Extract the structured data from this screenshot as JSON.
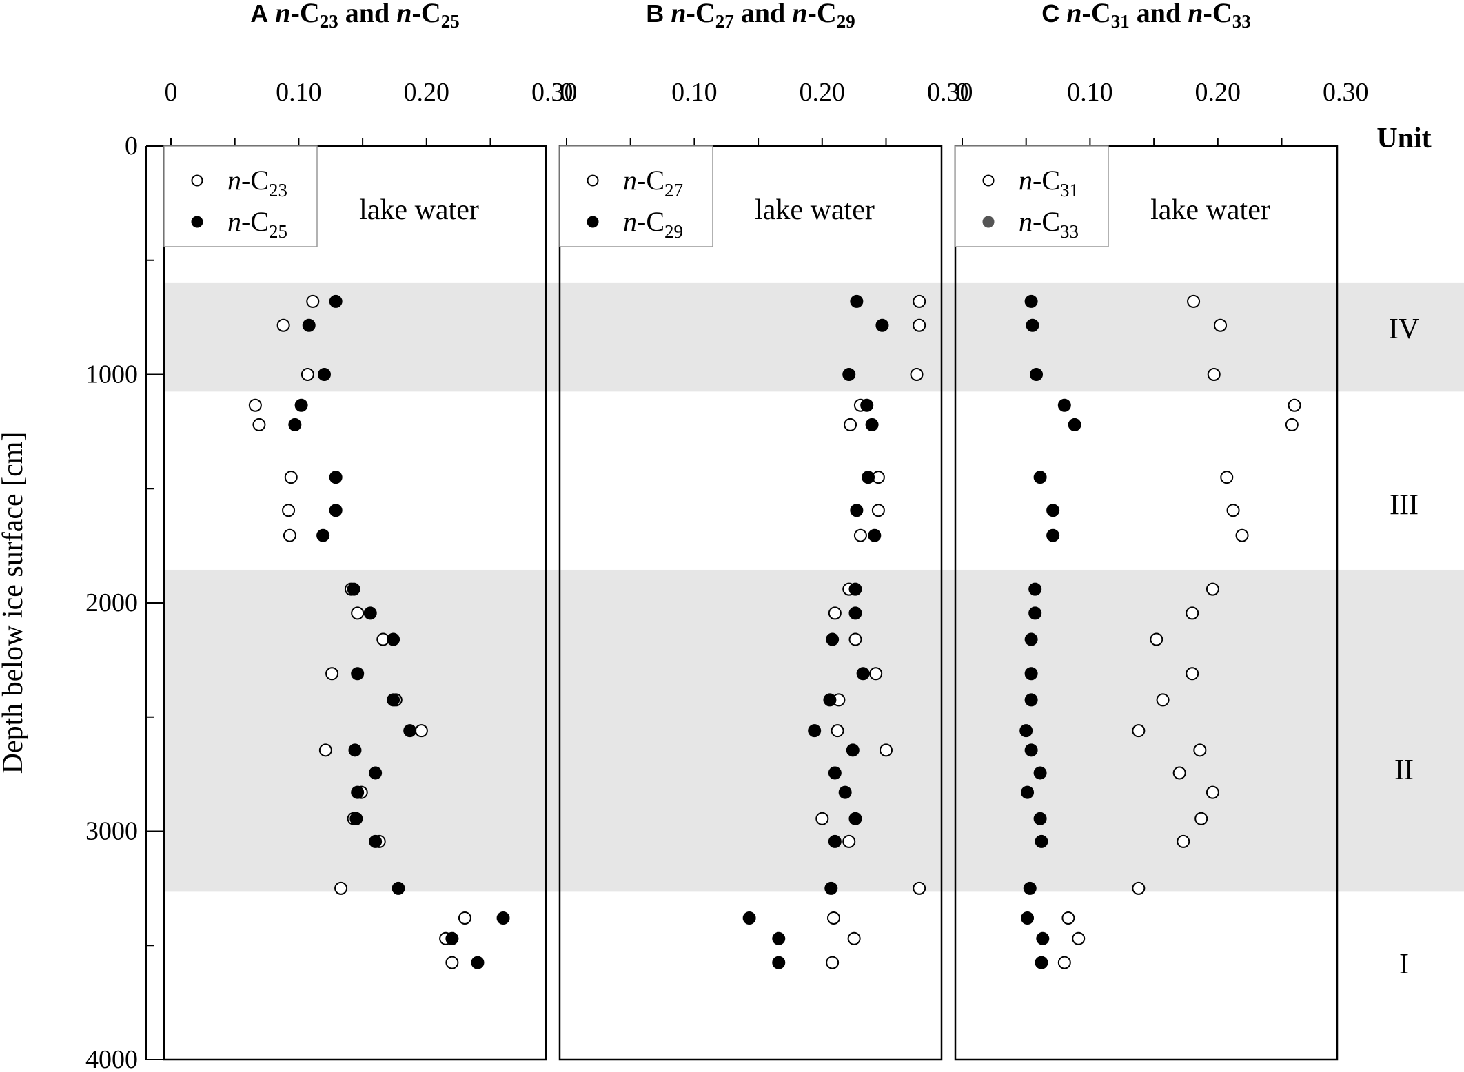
{
  "y_axis": {
    "label": "Depth below ice surface [cm]",
    "ticks": [
      "0",
      "1000",
      "2000",
      "3000",
      "4000"
    ],
    "range": [
      0,
      4000
    ],
    "inverted": true
  },
  "x_axis": {
    "ticks": [
      "0",
      "0.10",
      "0.20",
      "0.30"
    ],
    "range": [
      0,
      0.3
    ],
    "position": "top"
  },
  "units": {
    "header": "Unit",
    "labels": [
      {
        "text": "IV",
        "depth": 800
      },
      {
        "text": "III",
        "depth": 1570
      },
      {
        "text": "II",
        "depth": 2730
      },
      {
        "text": "I",
        "depth": 3580
      }
    ],
    "shaded_bands": [
      [
        600,
        1075
      ],
      [
        1855,
        3265
      ]
    ],
    "band_color": "#e6e6e6"
  },
  "chart_data": [
    {
      "type": "scatter",
      "panel_letter": "A",
      "title_parts": [
        {
          "text": "n",
          "style": "italic"
        },
        {
          "text": "-C",
          "style": "normal"
        },
        {
          "text": "23",
          "style": "sub"
        },
        {
          "text": " and ",
          "style": "normal"
        },
        {
          "text": "n",
          "style": "italic"
        },
        {
          "text": "-C",
          "style": "normal"
        },
        {
          "text": "25",
          "style": "sub"
        }
      ],
      "annotation": "lake water",
      "legend": [
        {
          "prefix": "n",
          "text": "-C",
          "sub": "23",
          "marker": "open"
        },
        {
          "prefix": "n",
          "text": "-C",
          "sub": "25",
          "marker": "filled"
        }
      ],
      "series": [
        {
          "name": "n-C23",
          "marker": "open",
          "x": [
            0.111,
            0.088,
            0.107,
            0.066,
            0.069,
            0.094,
            0.092,
            0.093,
            0.141,
            0.146,
            0.166,
            0.126,
            0.176,
            0.196,
            0.121,
            0.149,
            0.143,
            0.163,
            0.133,
            0.23,
            0.215,
            0.22
          ],
          "y": [
            680,
            785,
            1000,
            1135,
            1220,
            1450,
            1595,
            1705,
            1940,
            2045,
            2160,
            2310,
            2425,
            2560,
            2645,
            2830,
            2945,
            3045,
            3250,
            3380,
            3470,
            3575
          ]
        },
        {
          "name": "n-C25",
          "marker": "filled",
          "x": [
            0.129,
            0.108,
            0.12,
            0.102,
            0.097,
            0.129,
            0.129,
            0.119,
            0.143,
            0.156,
            0.174,
            0.146,
            0.174,
            0.187,
            0.144,
            0.16,
            0.146,
            0.145,
            0.16,
            0.178,
            0.26,
            0.22,
            0.24
          ],
          "y": [
            680,
            785,
            1000,
            1135,
            1220,
            1450,
            1595,
            1705,
            1940,
            2045,
            2160,
            2310,
            2425,
            2560,
            2645,
            2745,
            2830,
            2945,
            3045,
            3250,
            3380,
            3470,
            3575
          ]
        }
      ]
    },
    {
      "type": "scatter",
      "panel_letter": "B",
      "title_parts": [
        {
          "text": "n",
          "style": "italic"
        },
        {
          "text": "-C",
          "style": "normal"
        },
        {
          "text": "27",
          "style": "sub"
        },
        {
          "text": " and ",
          "style": "normal"
        },
        {
          "text": "n",
          "style": "italic"
        },
        {
          "text": "-C",
          "style": "normal"
        },
        {
          "text": "29",
          "style": "sub"
        }
      ],
      "annotation": "lake water",
      "legend": [
        {
          "prefix": "n",
          "text": "-C",
          "sub": "27",
          "marker": "open"
        },
        {
          "prefix": "n",
          "text": "-C",
          "sub": "29",
          "marker": "filled"
        }
      ],
      "series": [
        {
          "name": "n-C27",
          "marker": "open",
          "x": [
            0.276,
            0.276,
            0.274,
            0.23,
            0.222,
            0.244,
            0.244,
            0.23,
            0.221,
            0.21,
            0.226,
            0.242,
            0.213,
            0.212,
            0.25,
            0.2,
            0.221,
            0.276,
            0.209,
            0.225,
            0.208
          ],
          "y": [
            680,
            785,
            1000,
            1135,
            1220,
            1450,
            1595,
            1705,
            1940,
            2045,
            2160,
            2310,
            2425,
            2560,
            2645,
            2945,
            3045,
            3250,
            3380,
            3470,
            3575
          ]
        },
        {
          "name": "n-C29",
          "marker": "filled",
          "x": [
            0.227,
            0.247,
            0.221,
            0.235,
            0.239,
            0.236,
            0.227,
            0.241,
            0.226,
            0.226,
            0.208,
            0.232,
            0.206,
            0.194,
            0.224,
            0.21,
            0.218,
            0.226,
            0.21,
            0.207,
            0.143,
            0.166,
            0.166
          ],
          "y": [
            680,
            785,
            1000,
            1135,
            1220,
            1450,
            1595,
            1705,
            1940,
            2045,
            2160,
            2310,
            2425,
            2560,
            2645,
            2745,
            2830,
            2945,
            3045,
            3250,
            3380,
            3470,
            3575
          ]
        }
      ]
    },
    {
      "type": "scatter",
      "panel_letter": "C",
      "title_parts": [
        {
          "text": "n",
          "style": "italic"
        },
        {
          "text": "-C",
          "style": "normal"
        },
        {
          "text": "31",
          "style": "sub"
        },
        {
          "text": " and ",
          "style": "normal"
        },
        {
          "text": "n",
          "style": "italic"
        },
        {
          "text": "-C",
          "style": "normal"
        },
        {
          "text": "33",
          "style": "sub"
        }
      ],
      "annotation": "lake water",
      "legend": [
        {
          "prefix": "n",
          "text": "-C",
          "sub": "31",
          "marker": "open"
        },
        {
          "prefix": "n",
          "text": "-C",
          "sub": "33",
          "marker": "filled-gray"
        }
      ],
      "series": [
        {
          "name": "n-C31",
          "marker": "open",
          "x": [
            0.181,
            0.202,
            0.197,
            0.26,
            0.258,
            0.207,
            0.212,
            0.219,
            0.196,
            0.18,
            0.152,
            0.18,
            0.157,
            0.138,
            0.186,
            0.17,
            0.196,
            0.187,
            0.173,
            0.138,
            0.083,
            0.091,
            0.08
          ],
          "y": [
            680,
            785,
            1000,
            1135,
            1220,
            1450,
            1595,
            1705,
            1940,
            2045,
            2160,
            2310,
            2425,
            2560,
            2645,
            2745,
            2830,
            2945,
            3045,
            3250,
            3380,
            3470,
            3575
          ]
        },
        {
          "name": "n-C33",
          "marker": "filled",
          "x": [
            0.054,
            0.055,
            0.058,
            0.08,
            0.088,
            0.061,
            0.071,
            0.071,
            0.057,
            0.057,
            0.054,
            0.054,
            0.054,
            0.05,
            0.054,
            0.061,
            0.051,
            0.061,
            0.062,
            0.053,
            0.051,
            0.063,
            0.062
          ],
          "y": [
            680,
            785,
            1000,
            1135,
            1220,
            1450,
            1595,
            1705,
            1940,
            2045,
            2160,
            2310,
            2425,
            2560,
            2645,
            2745,
            2830,
            2945,
            3045,
            3250,
            3380,
            3470,
            3575
          ]
        }
      ]
    }
  ]
}
